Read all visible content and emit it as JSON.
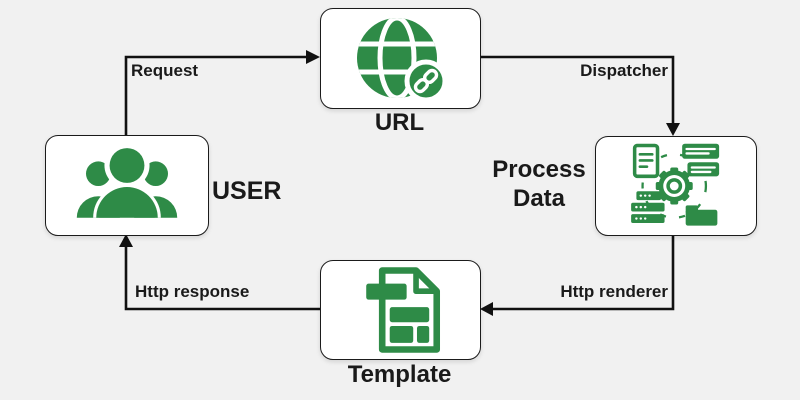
{
  "diagram": {
    "background_color": "#f1f1f1",
    "accent_green": "#2e8b47",
    "line_color": "#111111",
    "text_color": "#1a1a1a"
  },
  "nodes": [
    {
      "id": "user",
      "label": "USER",
      "icon": "users-icon"
    },
    {
      "id": "url",
      "label": "URL",
      "icon": "globe-link-icon"
    },
    {
      "id": "process-data",
      "label": "Process Data",
      "icon": "data-processing-icon"
    },
    {
      "id": "template",
      "label": "Template",
      "icon": "template-file-icon"
    }
  ],
  "edges": [
    {
      "from": "user",
      "to": "url",
      "label": "Request"
    },
    {
      "from": "url",
      "to": "process-data",
      "label": "Dispatcher"
    },
    {
      "from": "process-data",
      "to": "template",
      "label": "Http renderer"
    },
    {
      "from": "template",
      "to": "user",
      "label": "Http response"
    }
  ]
}
